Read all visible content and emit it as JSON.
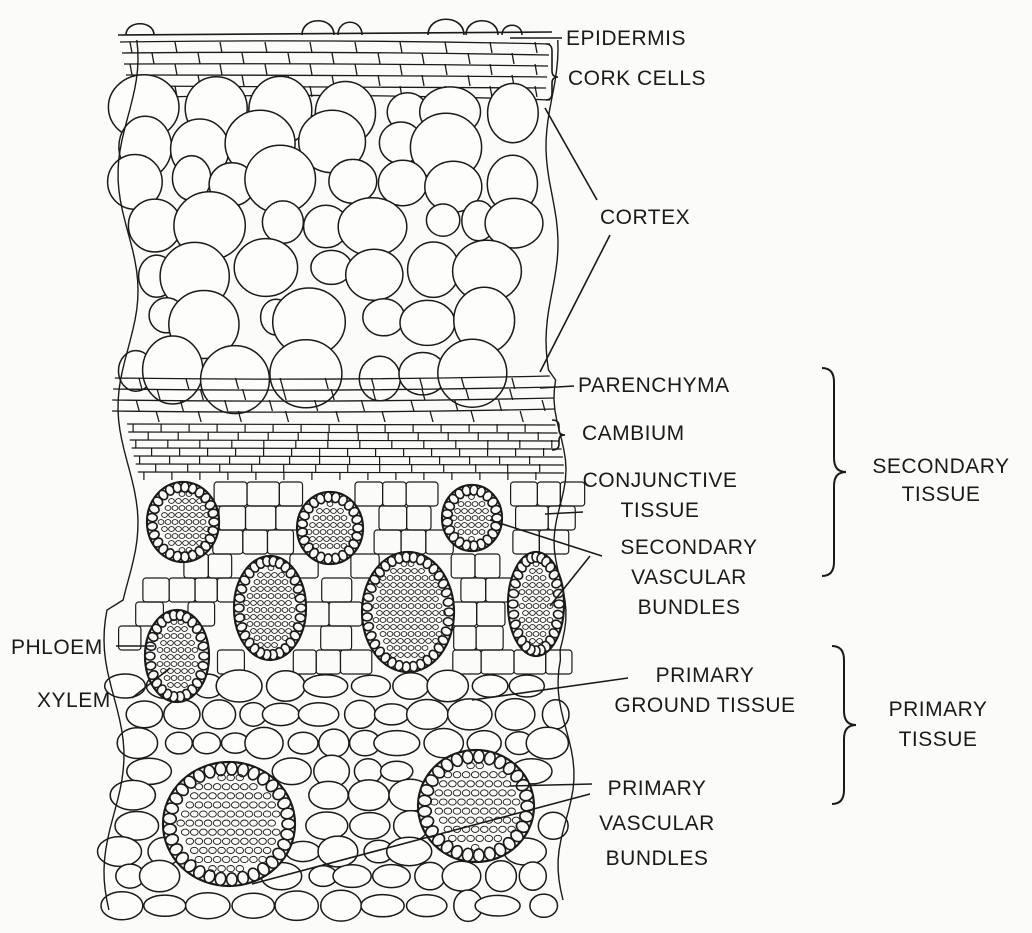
{
  "colors": {
    "background": "#fbfbfa",
    "ink": "#1a1a1a"
  },
  "labels": {
    "epidermis": "EPIDERMIS",
    "cork_cells": "CORK CELLS",
    "cortex": "CORTEX",
    "parenchyma": "PARENCHYMA",
    "cambium": "CAMBIUM",
    "conjunctive_tissue": [
      "CONJUNCTIVE",
      "TISSUE"
    ],
    "secondary_vascular_bundles": [
      "SECONDARY",
      "VASCULAR",
      "BUNDLES"
    ],
    "primary_ground_tissue": [
      "PRIMARY",
      "GROUND TISSUE"
    ],
    "primary_vascular_bundles": [
      "PRIMARY",
      "VASCULAR",
      "BUNDLES"
    ],
    "secondary_tissue": [
      "SECONDARY",
      "TISSUE"
    ],
    "primary_tissue": [
      "PRIMARY",
      "TISSUE"
    ],
    "phloem": "PHLOEM",
    "xylem": "XYLEM"
  }
}
